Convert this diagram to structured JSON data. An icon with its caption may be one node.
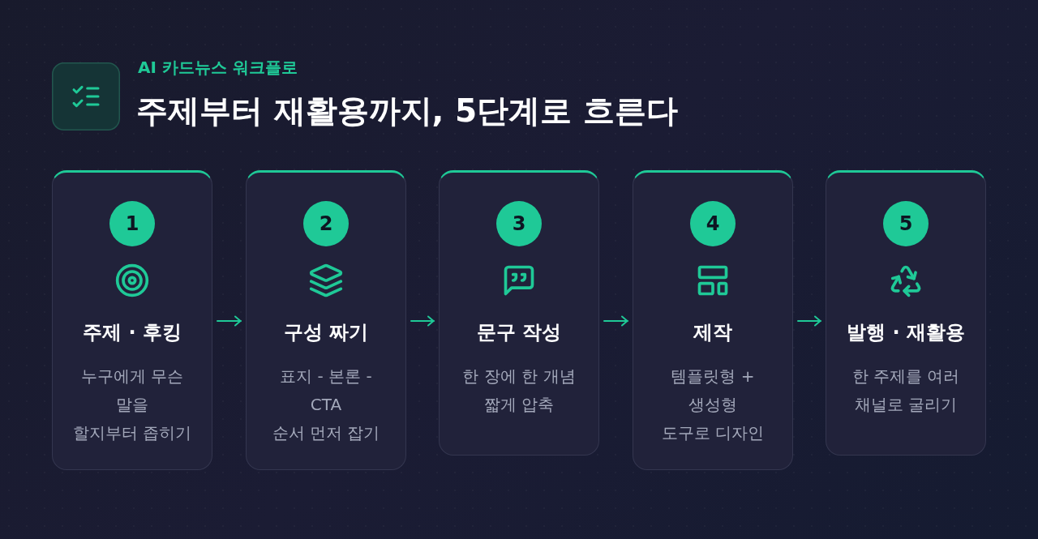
{
  "diagram": {
    "title": "주제부터 재활용까지, 5단계로 흐른다",
    "nodes": [
      {
        "text": [
          "주제 · 후킹",
          "누구에게 무슨 말을 할지부터 좁히기"
        ]
      },
      {
        "text": [
          "1"
        ],
        "in": 0
      },
      {
        "text": [
          "구성 짜기",
          "표지 - 본론 - CTA 순서 먼저 잡기"
        ]
      },
      {
        "text": [
          "2"
        ],
        "in": 2
      },
      {
        "text": [
          "문구 작성",
          "한 장에 한 개념 짧게 압축"
        ]
      },
      {
        "text": [
          "3"
        ],
        "in": 4
      },
      {
        "text": [
          "제작",
          "템플릿형 + 생성형 도구로 디자인"
        ]
      },
      {
        "text": [
          "4"
        ],
        "in": 6
      },
      {
        "text": [
          "발행 · 재활용",
          "한 주제를 여러 채널로 굴리기"
        ]
      },
      {
        "text": [
          "5"
        ],
        "in": 8
      }
    ],
    "edges": [
      {
        "from": 0,
        "to": 2,
        "arrow": "to"
      },
      {
        "from": 2,
        "to": 4,
        "arrow": "to"
      },
      {
        "from": 4,
        "to": 6,
        "arrow": "to"
      },
      {
        "from": 6,
        "to": 8,
        "arrow": "to"
      }
    ],
    "labels": [
      "AI 카드뉴스 워크플로"
    ]
  }
}
